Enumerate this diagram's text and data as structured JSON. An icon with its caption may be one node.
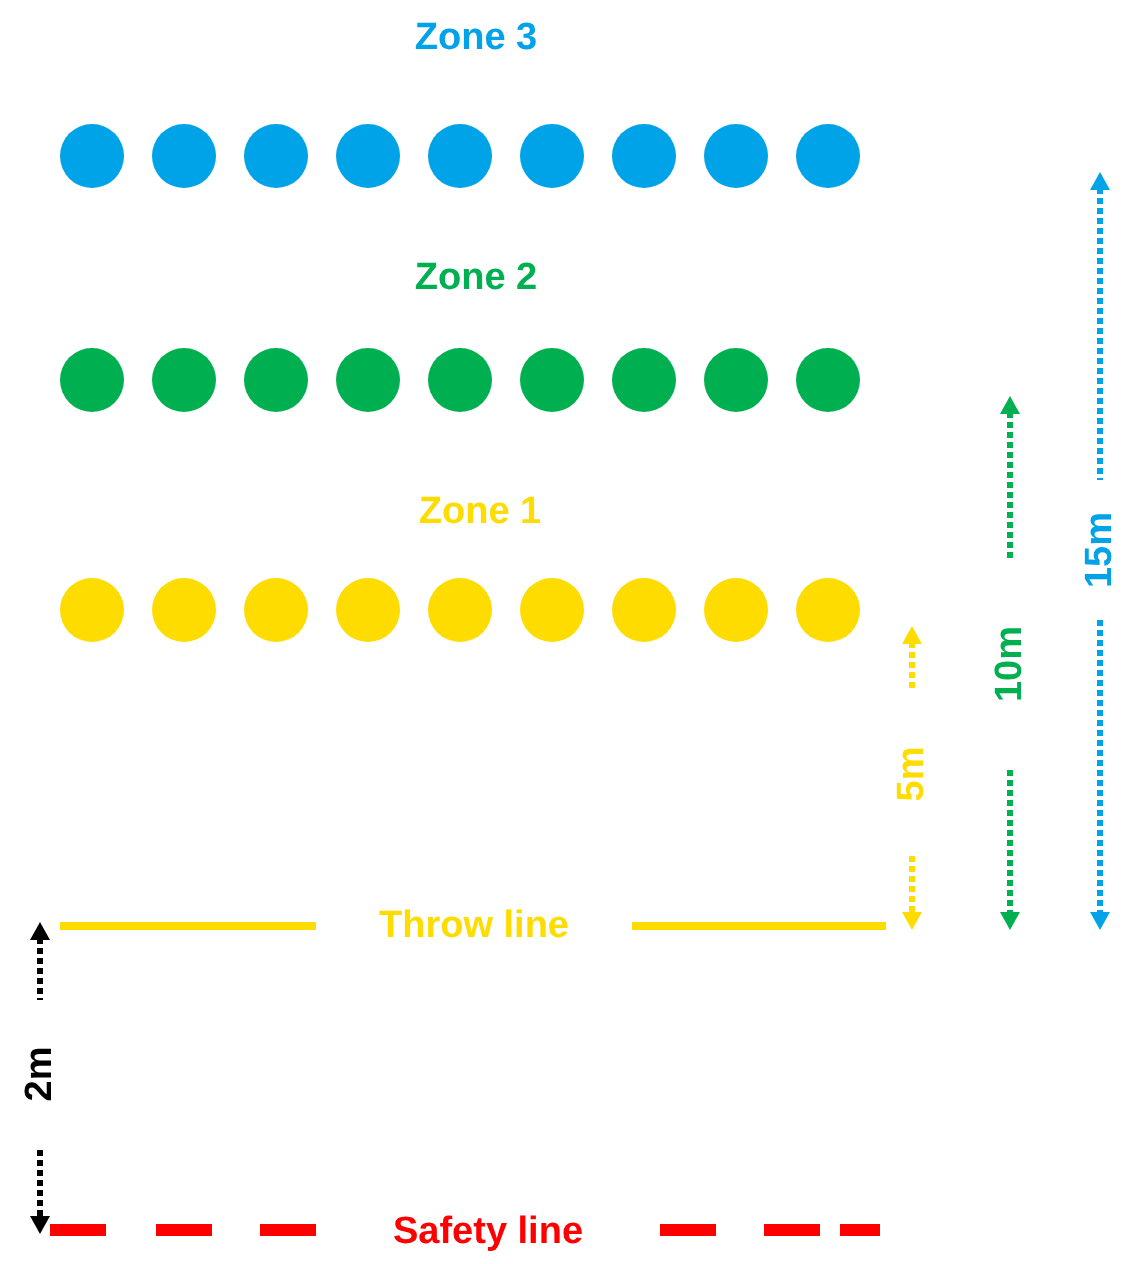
{
  "diagram": {
    "labels": [
      "Zone 3",
      "Zone 2",
      "Zone 1",
      "15m",
      "10m",
      "5m",
      "Throw line",
      "2m",
      "Safety line"
    ]
  }
}
